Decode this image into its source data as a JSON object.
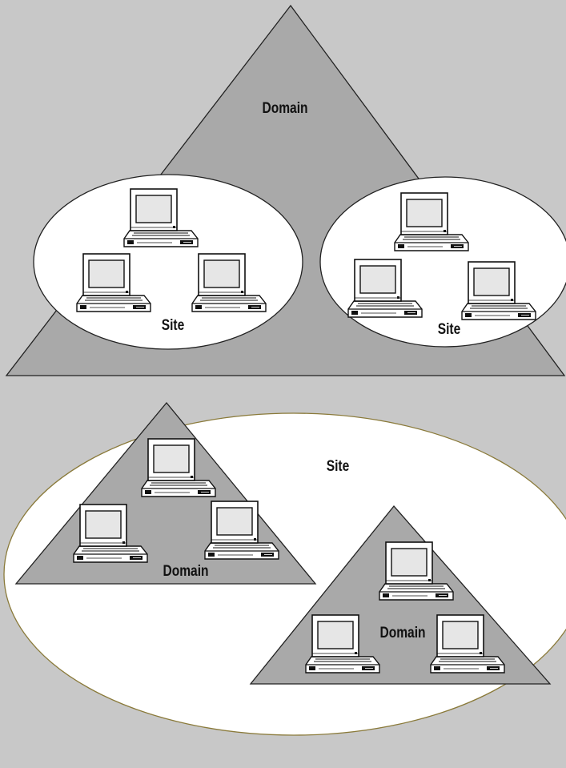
{
  "colors": {
    "background": "#c8c8c8",
    "domain_fill": "#a9a9a9",
    "site_fill": "#ffffff",
    "outline": "#222222",
    "large_site_outline": "#8a7a3a"
  },
  "icon": "laptop-icon",
  "top_diagram": {
    "domain_label": "Domain",
    "sites": [
      {
        "label": "Site"
      },
      {
        "label": "Site"
      }
    ]
  },
  "bottom_diagram": {
    "site_label": "Site",
    "domains": [
      {
        "label": "Domain"
      },
      {
        "label": "Domain"
      }
    ]
  }
}
